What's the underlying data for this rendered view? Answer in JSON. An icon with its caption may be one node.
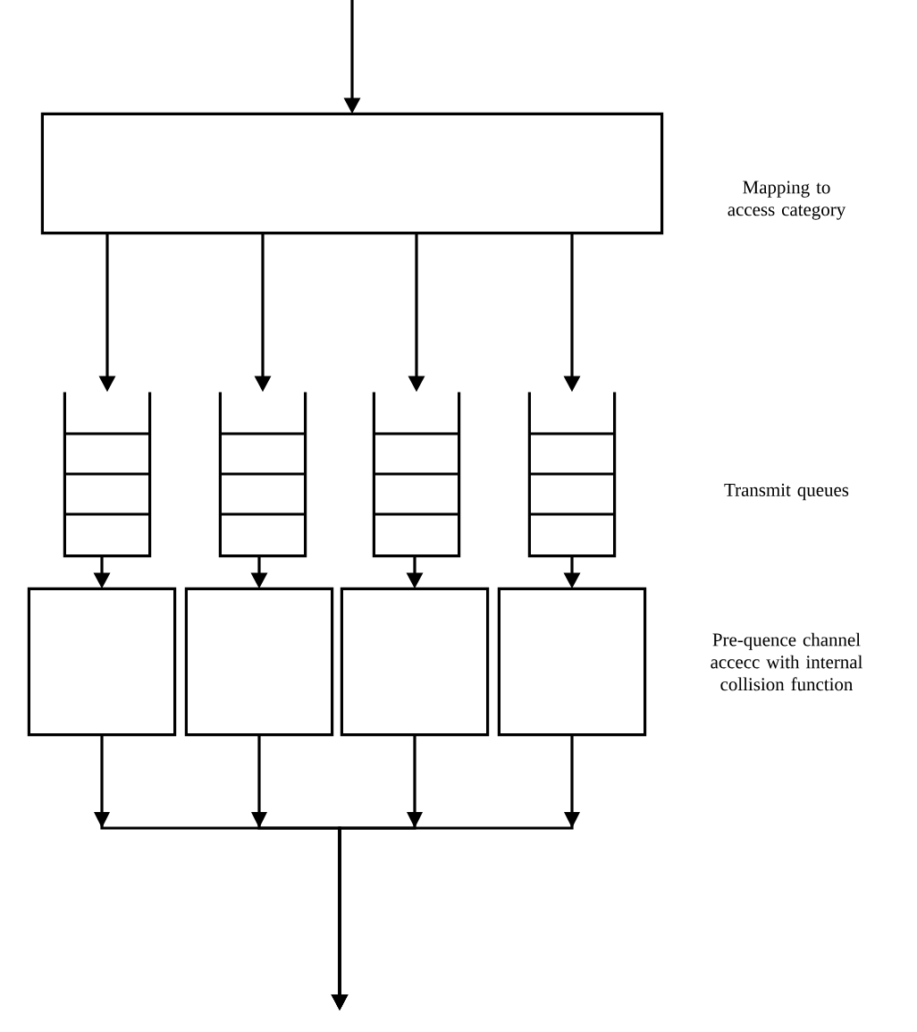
{
  "diagram": {
    "nodes": [
      {
        "text": [],
        "shape": "box"
      },
      {
        "text": [],
        "shape": "queue"
      },
      {
        "text": [],
        "shape": "queue"
      },
      {
        "text": [],
        "shape": "queue"
      },
      {
        "text": [],
        "shape": "queue"
      },
      {
        "text": [],
        "shape": "box"
      },
      {
        "text": [],
        "shape": "box"
      },
      {
        "text": [],
        "shape": "box"
      },
      {
        "text": [],
        "shape": "box"
      }
    ],
    "edges": [
      {
        "from": null,
        "to": 0,
        "arrow": "to"
      },
      {
        "from": 0,
        "to": 1,
        "arrow": "to"
      },
      {
        "from": 0,
        "to": 2,
        "arrow": "to"
      },
      {
        "from": 0,
        "to": 3,
        "arrow": "to"
      },
      {
        "from": 0,
        "to": 4,
        "arrow": "to"
      },
      {
        "from": 1,
        "to": 5,
        "arrow": "to"
      },
      {
        "from": 2,
        "to": 6,
        "arrow": "to"
      },
      {
        "from": 3,
        "to": 7,
        "arrow": "to"
      },
      {
        "from": 4,
        "to": 8,
        "arrow": "to"
      },
      {
        "from": 5,
        "to": null,
        "arrow": "to"
      },
      {
        "from": 6,
        "to": null,
        "arrow": "to"
      },
      {
        "from": 7,
        "to": null,
        "arrow": "to"
      },
      {
        "from": 8,
        "to": null,
        "arrow": "to"
      }
    ],
    "labels": [
      "Mapping to access category",
      "Transmit queues",
      "Pre-quence channel accecc with internal collision function"
    ]
  }
}
